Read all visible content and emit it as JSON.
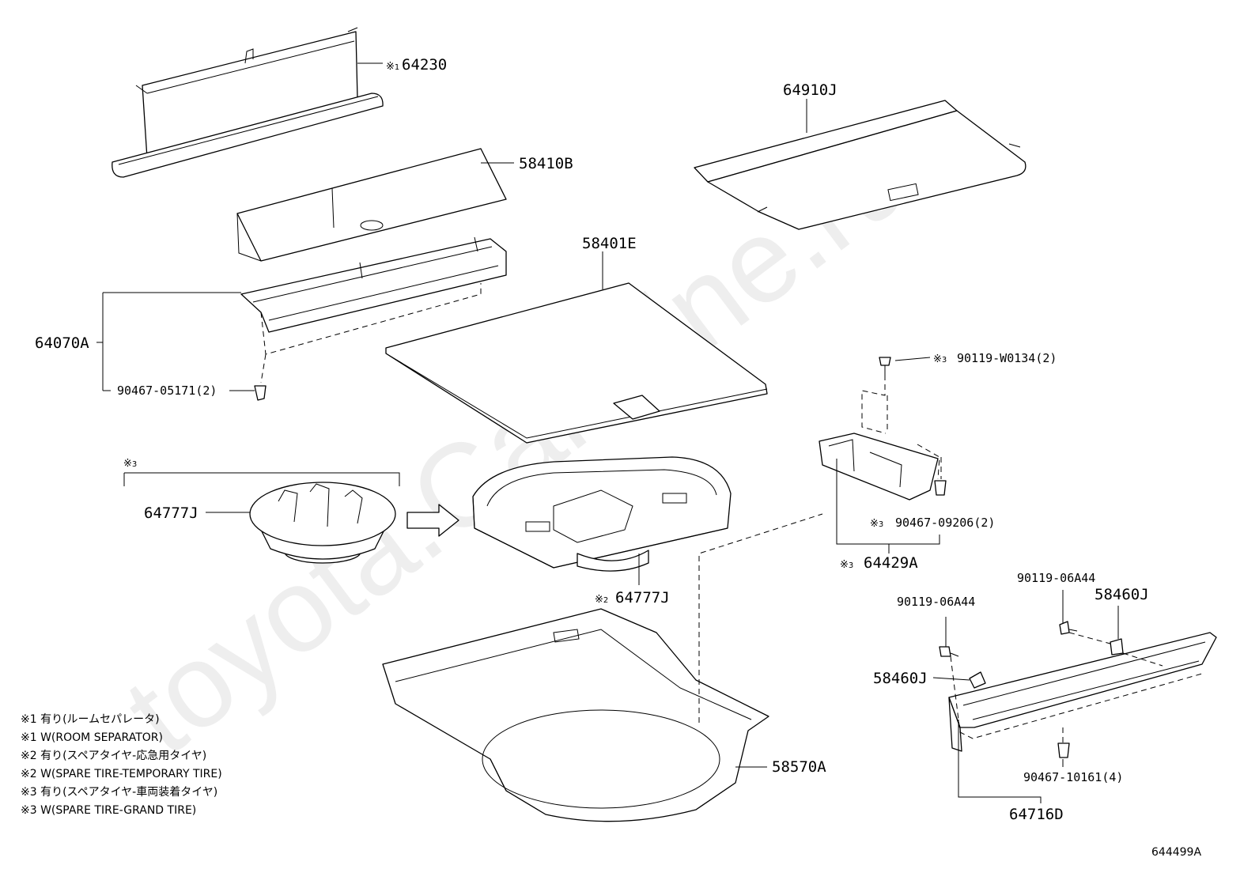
{
  "watermark": "toyota.CarMine.ru",
  "figure_number": "644499A",
  "mark_symbol": "※",
  "parts": [
    {
      "number": "64230",
      "note": "1"
    },
    {
      "number": "58410B"
    },
    {
      "number": "64910J"
    },
    {
      "number": "58401E"
    },
    {
      "number": "64070A"
    },
    {
      "number": "90467-05171(2)"
    },
    {
      "number": "90119-W0134(2)",
      "note": "3"
    },
    {
      "number": "90467-09206(2)",
      "note": "3"
    },
    {
      "number": "64429A",
      "note": "3"
    },
    {
      "number": "64777J"
    },
    {
      "number": "64777J",
      "note": "2"
    },
    {
      "number": "90119-06A44"
    },
    {
      "number": "90119-06A44"
    },
    {
      "number": "58460J"
    },
    {
      "number": "58460J"
    },
    {
      "number": "58570A"
    },
    {
      "number": "90467-10161(4)"
    },
    {
      "number": "64716D"
    }
  ],
  "group_note": "3",
  "legend": [
    "※1 有り(ルームセパレータ)",
    "※1 W(ROOM SEPARATOR)",
    "※2 有り(スペアタイヤ-応急用タイヤ)",
    "※2 W(SPARE TIRE-TEMPORARY TIRE)",
    "※3 有り(スペアタイヤ-車両装着タイヤ)",
    "※3 W(SPARE TIRE-GRAND TIRE)"
  ]
}
